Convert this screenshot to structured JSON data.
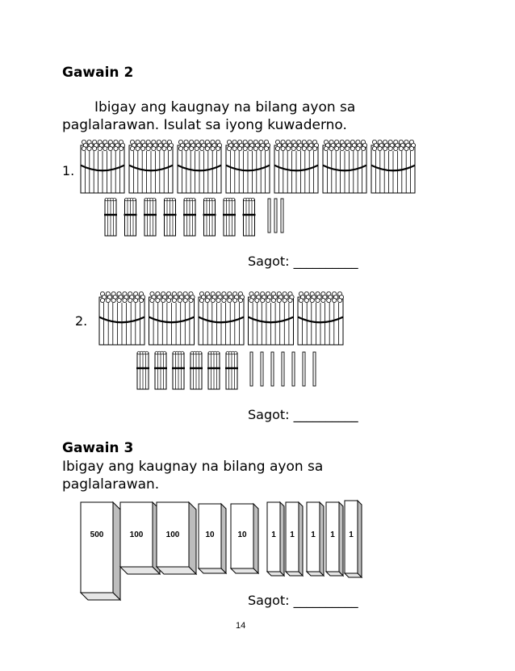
{
  "gawain2": {
    "title": "Gawain 2",
    "instruction_line1": "Ibigay ang kaugnay na bilang ayon sa",
    "instruction_line2": "paglalarawan. Isulat sa iyong kuwaderno.",
    "item1": {
      "label": "1.",
      "hundreds": 7,
      "tens": 8,
      "ones": 3,
      "answer": "Sagot: __________"
    },
    "item2": {
      "label": "2.",
      "hundreds": 5,
      "tens": 6,
      "ones": 7,
      "answer": "Sagot: __________"
    }
  },
  "gawain3": {
    "title": "Gawain 3",
    "instruction_line1": "Ibigay ang kaugnay na bilang ayon sa",
    "instruction_line2": "paglalarawan.",
    "blocks": [
      "500",
      "100",
      "100",
      "10",
      "10",
      "1",
      "1",
      "1",
      "1",
      "1"
    ],
    "answer": "Sagot: __________"
  },
  "page_number": "14"
}
